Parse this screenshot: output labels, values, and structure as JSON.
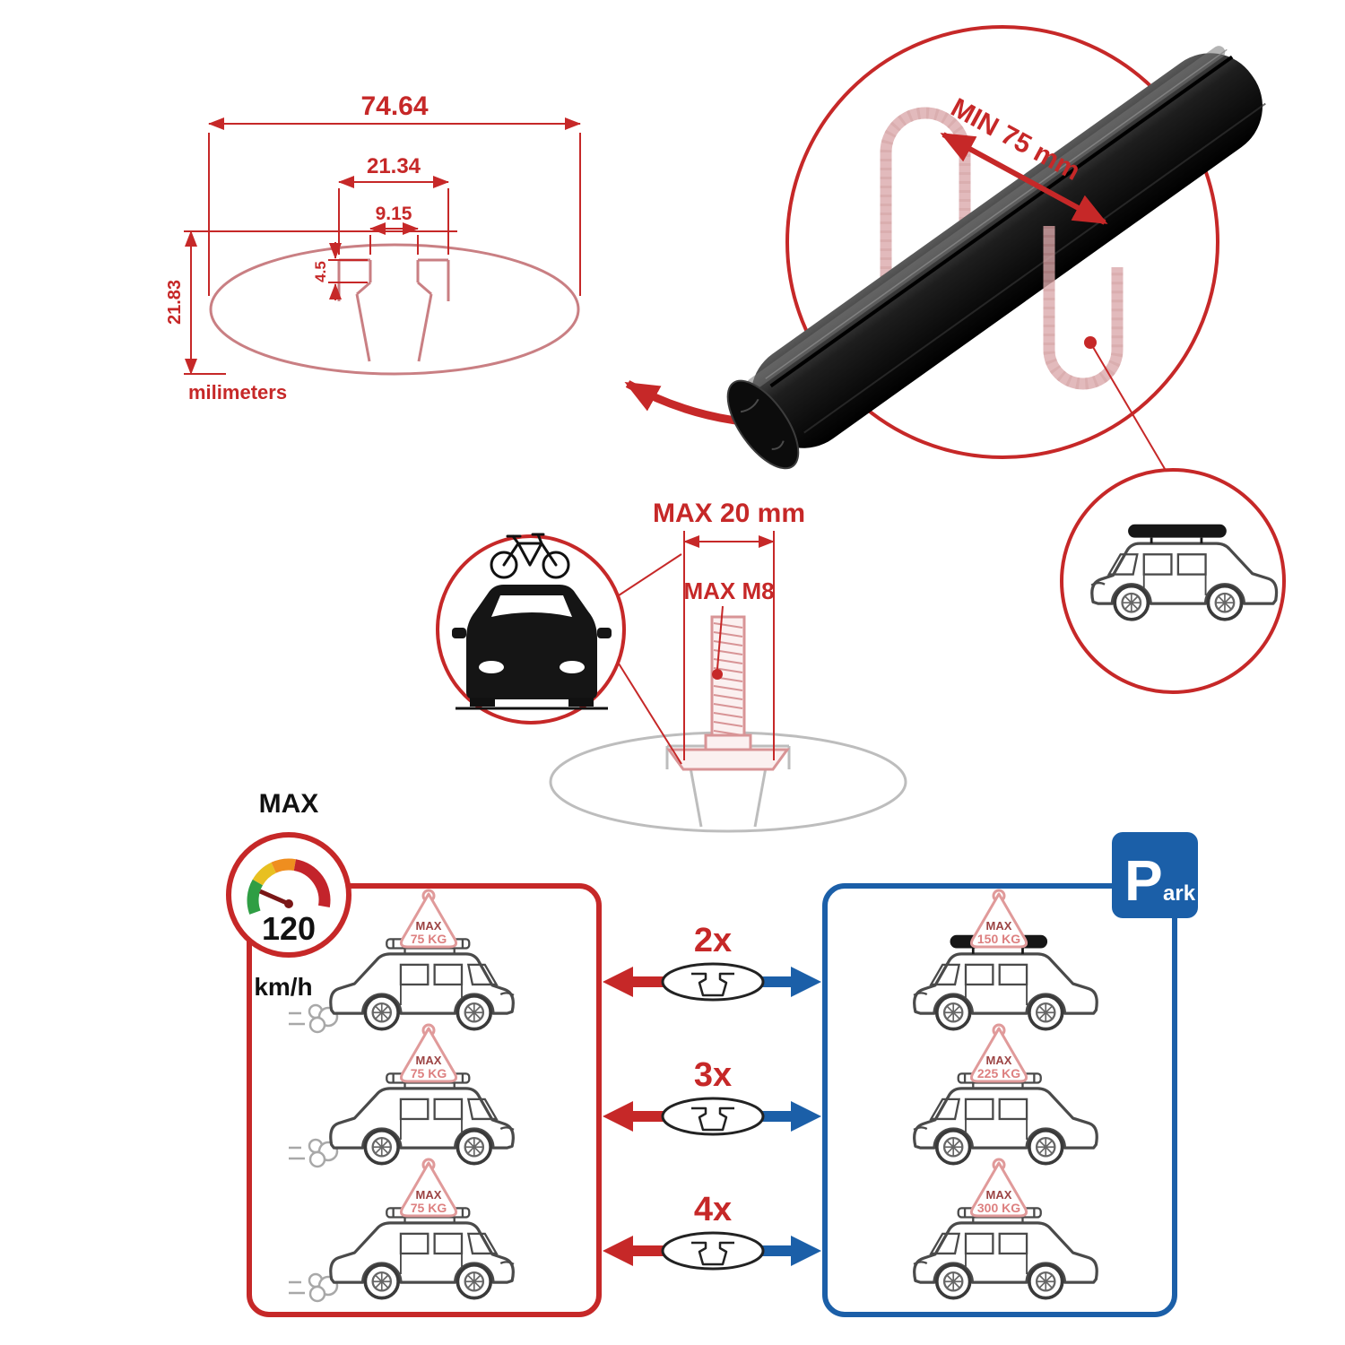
{
  "colors": {
    "accent_red": "#c62828",
    "accent_blue": "#1b5fa8",
    "ghost_pink": "#dcaaac",
    "ghost_gray": "#bdbdbd",
    "outline_gray": "#4a4a4a",
    "bar_black": "#111111"
  },
  "cross_section": {
    "overall_width": "74.64",
    "channel_width": "21.34",
    "slot_width": "9.15",
    "slot_depth": "4.5",
    "bar_height": "21.83",
    "units_label": "milimeters"
  },
  "bar_inspect": {
    "min_span_label": "MIN 75 mm"
  },
  "bolt_spec": {
    "max_length_label": "MAX 20 mm",
    "max_thread_label": "MAX M8"
  },
  "speed_limit": {
    "label": "MAX",
    "value": "120",
    "unit": "km/h"
  },
  "park_sign": {
    "initial": "P",
    "rest": "ark"
  },
  "load_comparison": {
    "driving": [
      {
        "tag_label": "MAX",
        "tag_value": "75 KG"
      },
      {
        "tag_label": "MAX",
        "tag_value": "75 KG"
      },
      {
        "tag_label": "MAX",
        "tag_value": "75 KG"
      }
    ],
    "parked": [
      {
        "tag_label": "MAX",
        "tag_value": "150 KG"
      },
      {
        "tag_label": "MAX",
        "tag_value": "225 KG"
      },
      {
        "tag_label": "MAX",
        "tag_value": "300 KG"
      }
    ],
    "bar_counts": [
      "2x",
      "3x",
      "4x"
    ]
  }
}
